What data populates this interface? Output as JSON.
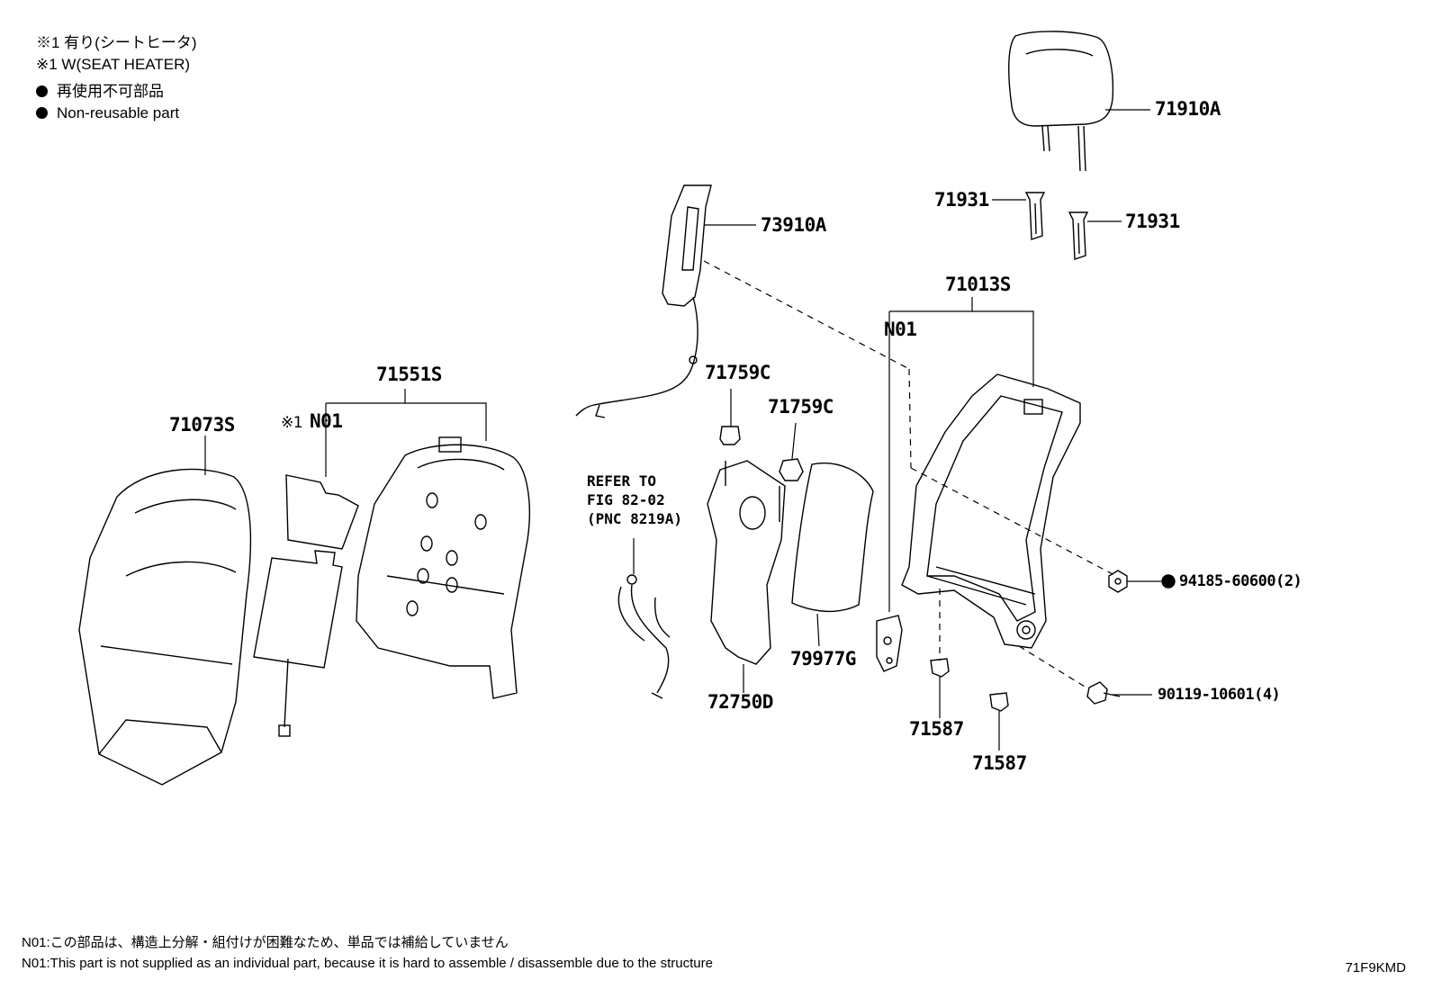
{
  "legend": {
    "seat_heater_jp": "※1 有り(シートヒータ)",
    "seat_heater_en": "※1 W(SEAT HEATER)",
    "nonreusable_jp": "再使用不可部品",
    "nonreusable_en": "Non-reusable part"
  },
  "callouts": {
    "p71910A": "71910A",
    "p71931_left": "71931",
    "p71931_right": "71931",
    "p73910A": "73910A",
    "p71013S": "71013S",
    "n01_frame": "N01",
    "p71551S": "71551S",
    "p71073S": "71073S",
    "heater_mark": "※1",
    "n01_heater": "N01",
    "p71759C_a": "71759C",
    "p71759C_b": "71759C",
    "p72750D": "72750D",
    "p79977G": "79977G",
    "p71587_a": "71587",
    "p71587_b": "71587",
    "p94185": "94185-60600(2)",
    "p90119": "90119-10601(4)"
  },
  "reference": {
    "line1": "REFER TO",
    "line2": "FIG 82-02",
    "line3": "(PNC 8219A)"
  },
  "notes": {
    "jp": "N01:この部品は、構造上分解・組付けが困難なため、単品では補給していません",
    "en": "N01:This part is not supplied as an individual part, because it is hard to assemble / disassemble due to the structure"
  },
  "figure_code": "71F9KMD"
}
